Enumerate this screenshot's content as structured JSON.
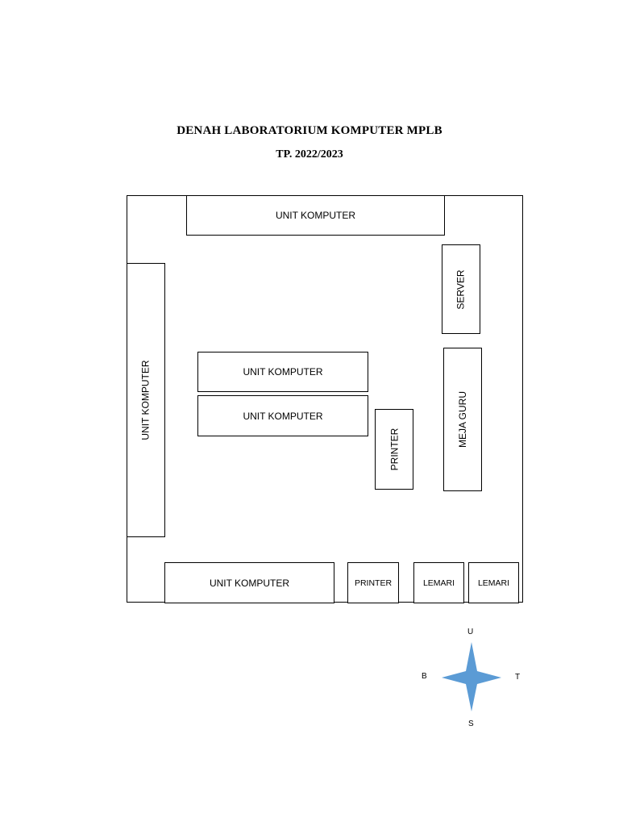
{
  "title": "DENAH LABORATORIUM KOMPUTER MPLB",
  "subtitle": "TP. 2022/2023",
  "items": {
    "top_computers": "UNIT KOMPUTER",
    "left_computers": "UNIT KOMPUTER",
    "center_computers_1": "UNIT KOMPUTER",
    "center_computers_2": "UNIT KOMPUTER",
    "server": "SERVER",
    "teacher_desk": "MEJA GURU",
    "printer_center": "PRINTER",
    "bottom_computers": "UNIT KOMPUTER",
    "printer_bottom": "PRINTER",
    "cabinet_1": "LEMARI",
    "cabinet_2": "LEMARI"
  },
  "compass": {
    "north": "U",
    "south": "S",
    "east": "T",
    "west": "B",
    "color": "#5b9bd5"
  }
}
